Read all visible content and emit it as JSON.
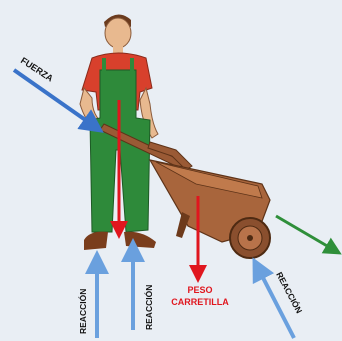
{
  "labels": {
    "force": "FUERZA",
    "reaction_left": "REACCIÓN",
    "reaction_center": "REACCIÓN",
    "reaction_wheel": "REACCIÓN",
    "weight_line1": "PESO",
    "weight_line2": "CARRETILLA"
  },
  "colors": {
    "background": "#e9eef4",
    "force_arrow": "#3a73c9",
    "reaction_arrow": "#6aa0de",
    "weight_arrow": "#e0161e",
    "motion_arrow": "#2f8f3a",
    "shirt": "#d8402c",
    "overalls": "#2e8a3a",
    "skin": "#e8b98f",
    "wheelbarrow": "#9a5a35"
  }
}
